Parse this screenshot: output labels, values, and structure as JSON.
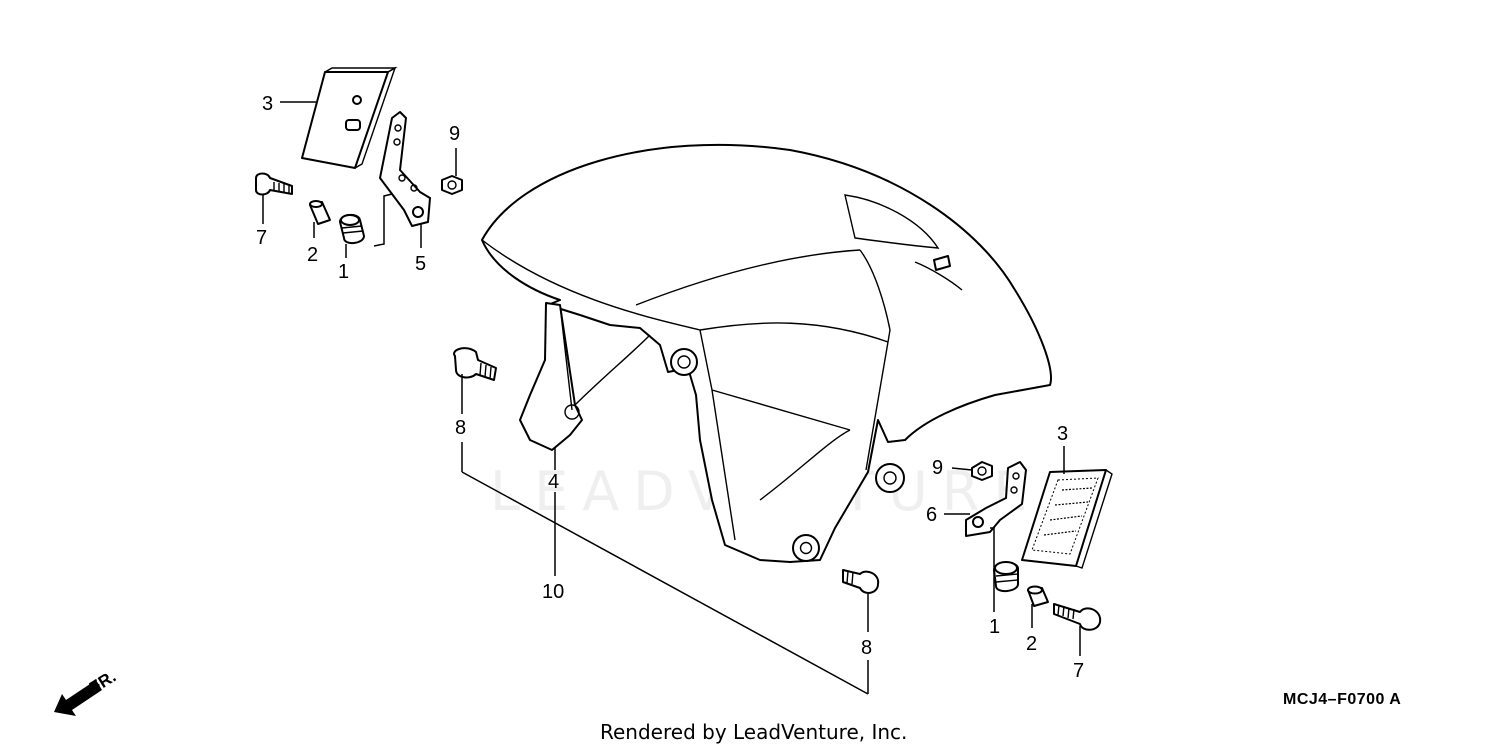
{
  "callouts": {
    "c3_left": "3",
    "c9_left": "9",
    "c7_left": "7",
    "c2_left": "2",
    "c1_left": "1",
    "c5": "5",
    "c8_top": "8",
    "c4": "4",
    "c10": "10",
    "c8_bottom": "8",
    "c3_right": "3",
    "c9_right": "9",
    "c6": "6",
    "c1_right": "1",
    "c2_right": "2",
    "c7_right": "7"
  },
  "direction_label": "FR.",
  "diagram_code": "MCJ4–F0700 A",
  "credit": "Rendered by LeadVenture, Inc.",
  "watermark": "LEADVENTURE"
}
